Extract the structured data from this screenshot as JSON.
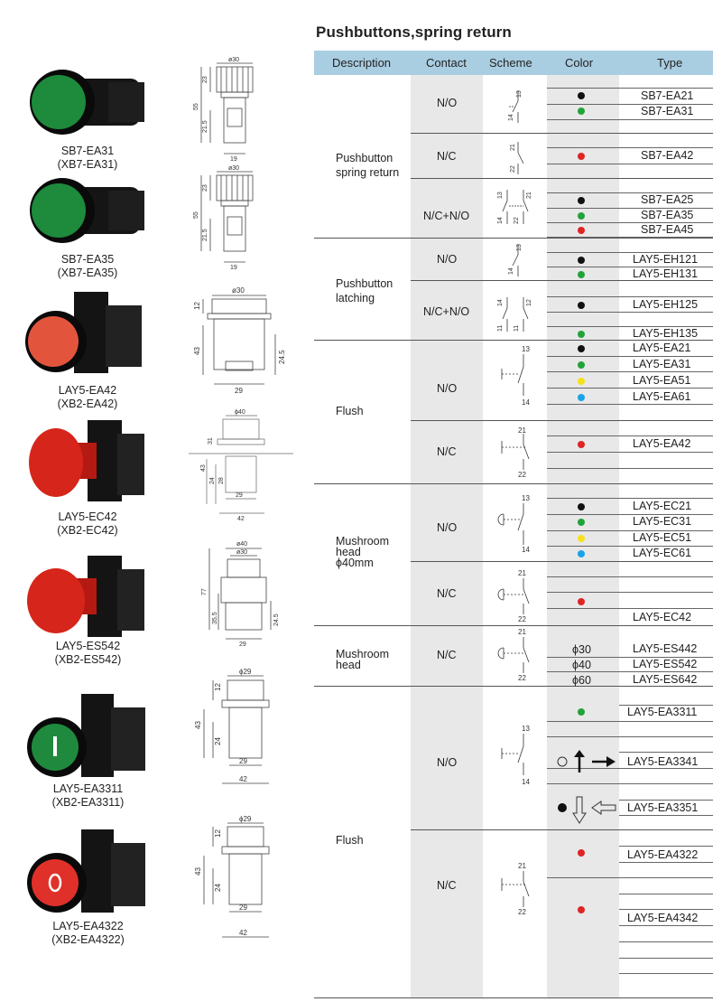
{
  "title": "Pushbuttons,spring return",
  "header": {
    "description": "Description",
    "contact": "Contact",
    "scheme": "Scheme",
    "color": "Color",
    "type": "Type"
  },
  "products": [
    {
      "code": "SB7-EA31",
      "alt": "(XB7-EA31)"
    },
    {
      "code": "SB7-EA35",
      "alt": "(XB7-EA35)"
    },
    {
      "code": "LAY5-EA42",
      "alt": "(XB2-EA42)"
    },
    {
      "code": "LAY5-EC42",
      "alt": "(XB2-EC42)"
    },
    {
      "code": "LAY5-ES542",
      "alt": "(XB2-ES542)"
    },
    {
      "code": "LAY5-EA3311",
      "alt": "(XB2-EA3311)"
    },
    {
      "code": "LAY5-EA4322",
      "alt": "(XB2-EA4322)"
    }
  ],
  "drawings": {
    "d1": [
      "ø30",
      "23",
      "55",
      "21.5",
      "19"
    ],
    "d2": [
      "ø30",
      "23",
      "55",
      "21.5",
      "19"
    ],
    "d3": [
      "ø30",
      "12",
      "43",
      "24.5",
      "29"
    ],
    "d4": [
      "ϕ40",
      "31",
      "43",
      "24",
      "28",
      "29",
      "42"
    ],
    "d5": [
      "ø40",
      "ø30",
      "77",
      "35.5",
      "24.5",
      "29"
    ],
    "d6": [
      "ϕ29",
      "12",
      "43",
      "24",
      "29",
      "42"
    ],
    "d7": [
      "ϕ29",
      "12",
      "43",
      "24",
      "29",
      "42"
    ]
  },
  "descriptions": {
    "pb_spring": "Pushbutton\nspring return",
    "pb_latching": "Pushbutton\nlatching",
    "flush1": "Flush",
    "mushroom40": "Mushroom\nhead\nϕ40mm",
    "mushroom": "Mushroom\nhead",
    "flush2": "Flush"
  },
  "contacts": {
    "no": "N/O",
    "nc": "N/C",
    "ncno": "N/C+N/O"
  },
  "terminals": {
    "t13": "13",
    "t14": "14",
    "t21": "21",
    "t22": "22",
    "t11": "11",
    "t12": "12"
  },
  "sizes": {
    "s30": "ϕ30",
    "s40": "ϕ40",
    "s60": "ϕ60"
  },
  "colors": {
    "black": "#111111",
    "green": "#22a33a",
    "red": "#e02424",
    "yellow": "#f5e21a",
    "blue": "#1aa3e8"
  },
  "types": {
    "sb7_ea21": "SB7-EA21",
    "sb7_ea31": "SB7-EA31",
    "sb7_ea42": "SB7-EA42",
    "sb7_ea25": "SB7-EA25",
    "sb7_ea35": "SB7-EA35",
    "sb7_ea45": "SB7-EA45",
    "eh121": "LAY5-EH121",
    "eh131": "LAY5-EH131",
    "eh125": "LAY5-EH125",
    "eh135": "LAY5-EH135",
    "ea21": "LAY5-EA21",
    "ea31": "LAY5-EA31",
    "ea51": "LAY5-EA51",
    "ea61": "LAY5-EA61",
    "ea42": "LAY5-EA42",
    "ec21": "LAY5-EC21",
    "ec31": "LAY5-EC31",
    "ec51": "LAY5-EC51",
    "ec61": "LAY5-EC61",
    "ec42": "LAY5-EC42",
    "es442": "LAY5-ES442",
    "es542": "LAY5-ES542",
    "es642": "LAY5-ES642",
    "ea3311": "LAY5-EA3311",
    "ea3341": "LAY5-EA3341",
    "ea3351": "LAY5-EA3351",
    "ea4322": "LAY5-EA4322",
    "ea4342": "LAY5-EA4342"
  }
}
